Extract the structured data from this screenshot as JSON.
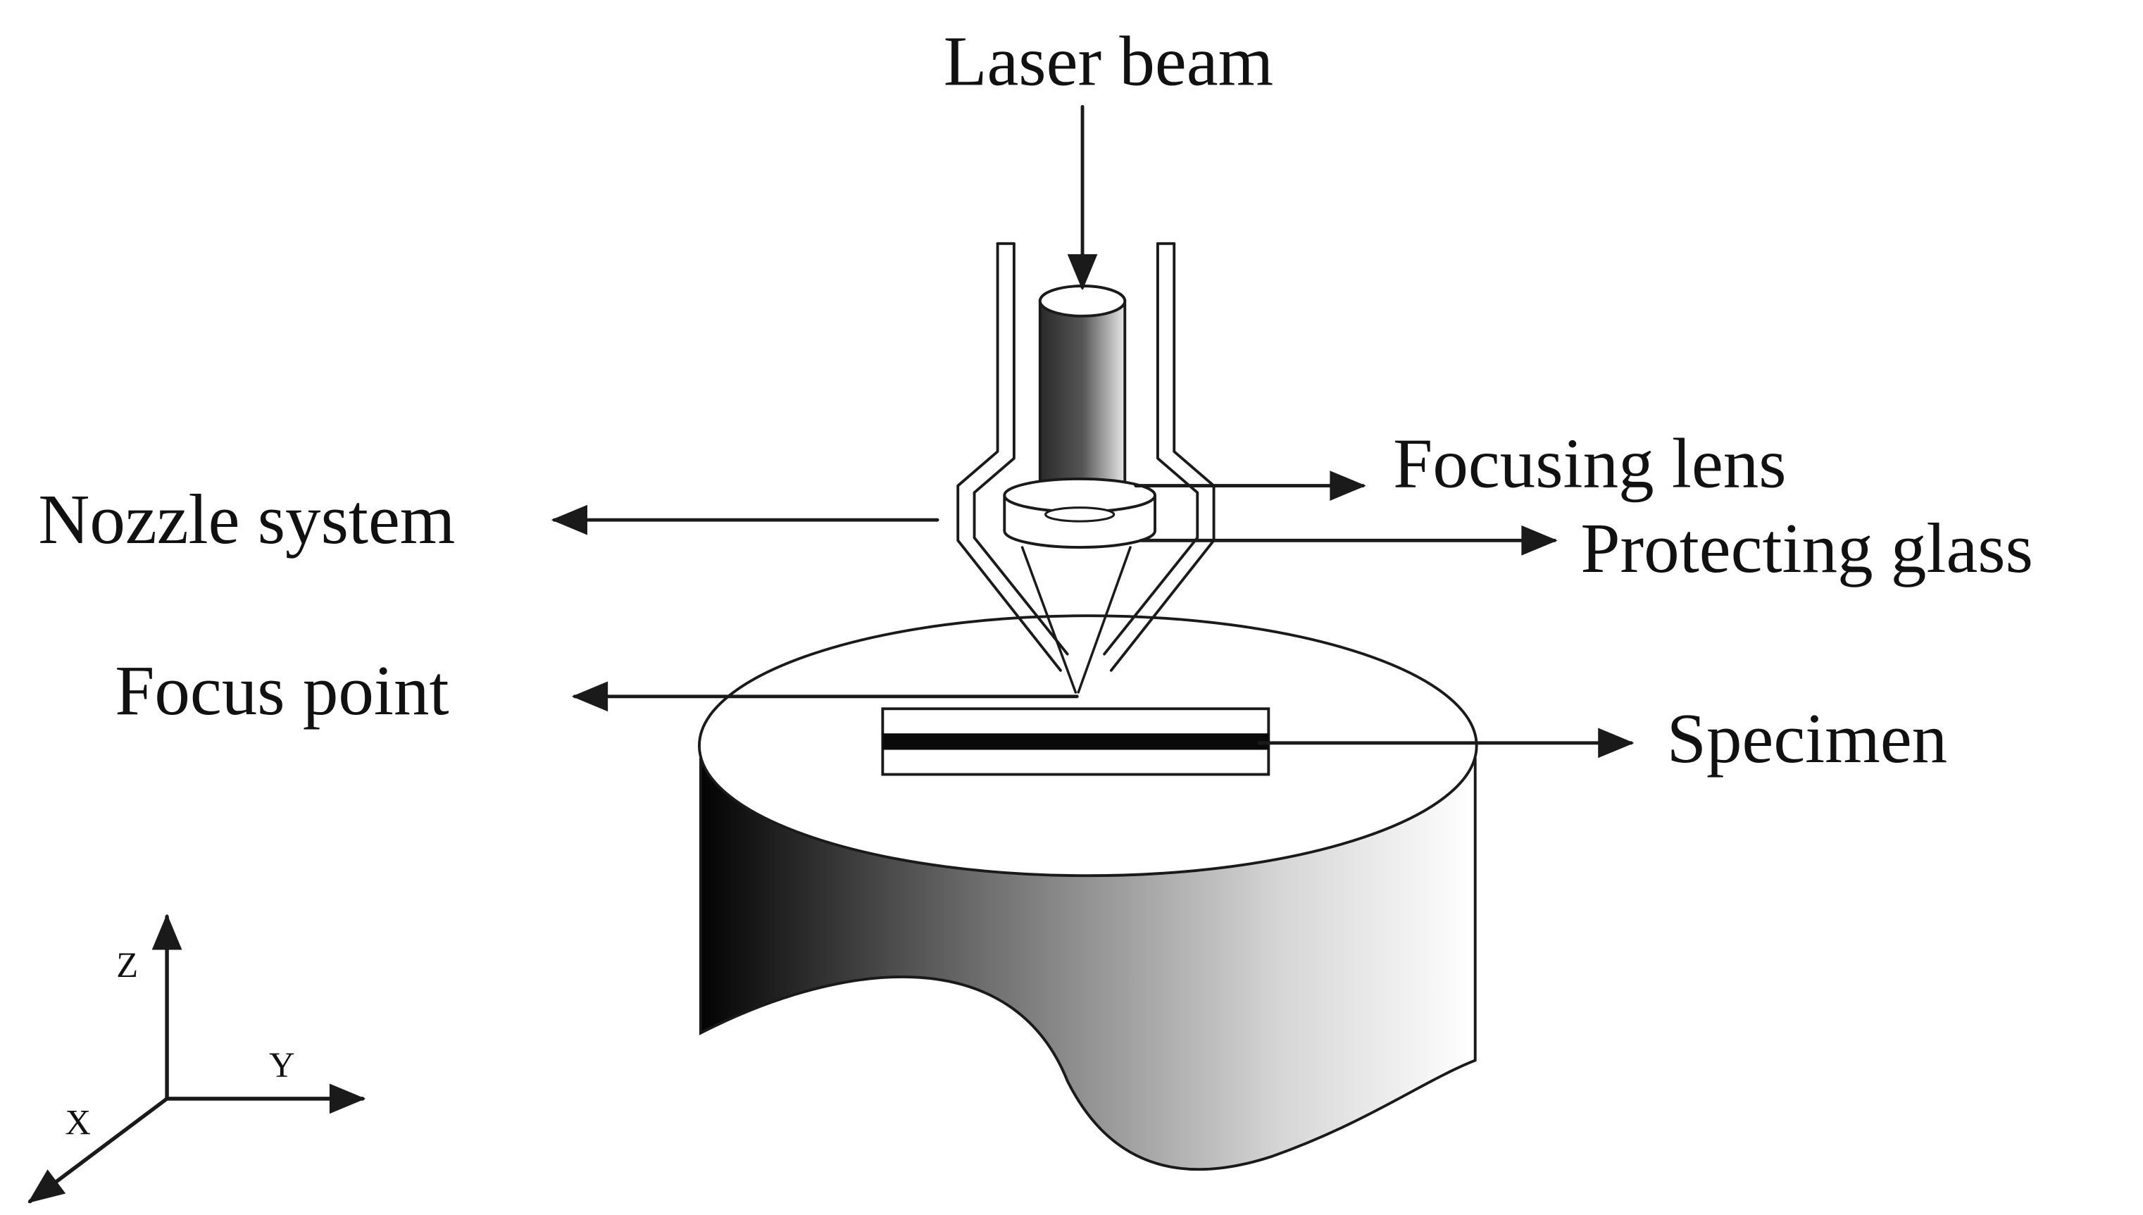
{
  "labels": {
    "laser_beam": "Laser beam",
    "focusing_lens": "Focusing lens",
    "nozzle_system": "Nozzle system",
    "protecting_glass": "Protecting glass",
    "focus_point": "Focus point",
    "specimen": "Specimen"
  },
  "axes": {
    "z": "Z",
    "y": "Y",
    "x": "X"
  },
  "colors": {
    "line": "#1a1a1a",
    "shade_dark": "#050505",
    "shade_light": "#ffffff"
  }
}
